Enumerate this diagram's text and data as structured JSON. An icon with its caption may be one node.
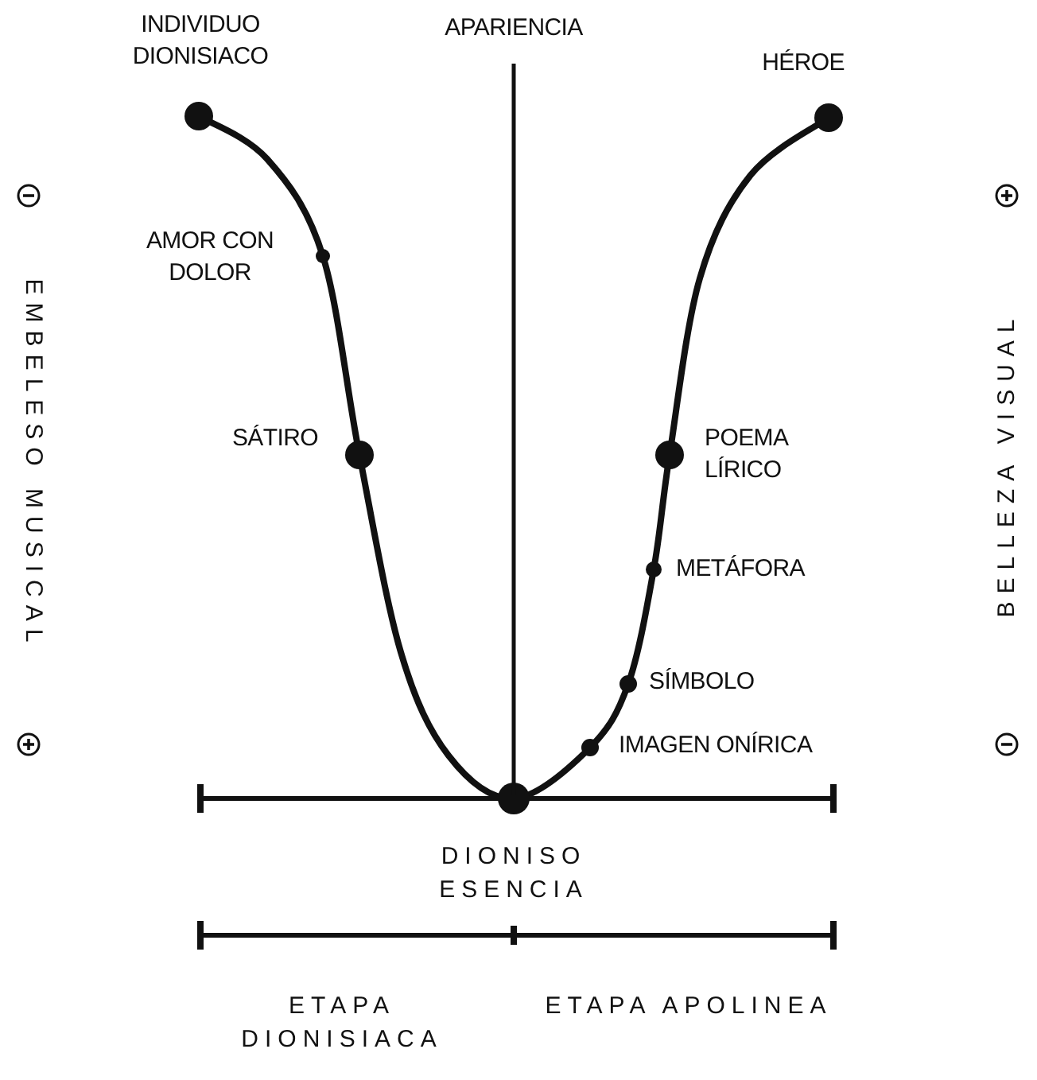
{
  "diagram": {
    "labels": [
      "INDIVIDUO DIONISIACO",
      "APARIENCIA",
      "HÉROE",
      "AMOR CON DOLOR",
      "SÁTIRO",
      "POEMA LÍRICO",
      "METÁFORA",
      "SÍMBOLO",
      "IMAGEN ONÍRICA",
      "DIONISO ESENCIA",
      "ETAPA DIONISIACA",
      "ETAPA APOLINEA",
      "EMBELESO MUSICAL",
      "BELLEZA VISUAL"
    ]
  }
}
